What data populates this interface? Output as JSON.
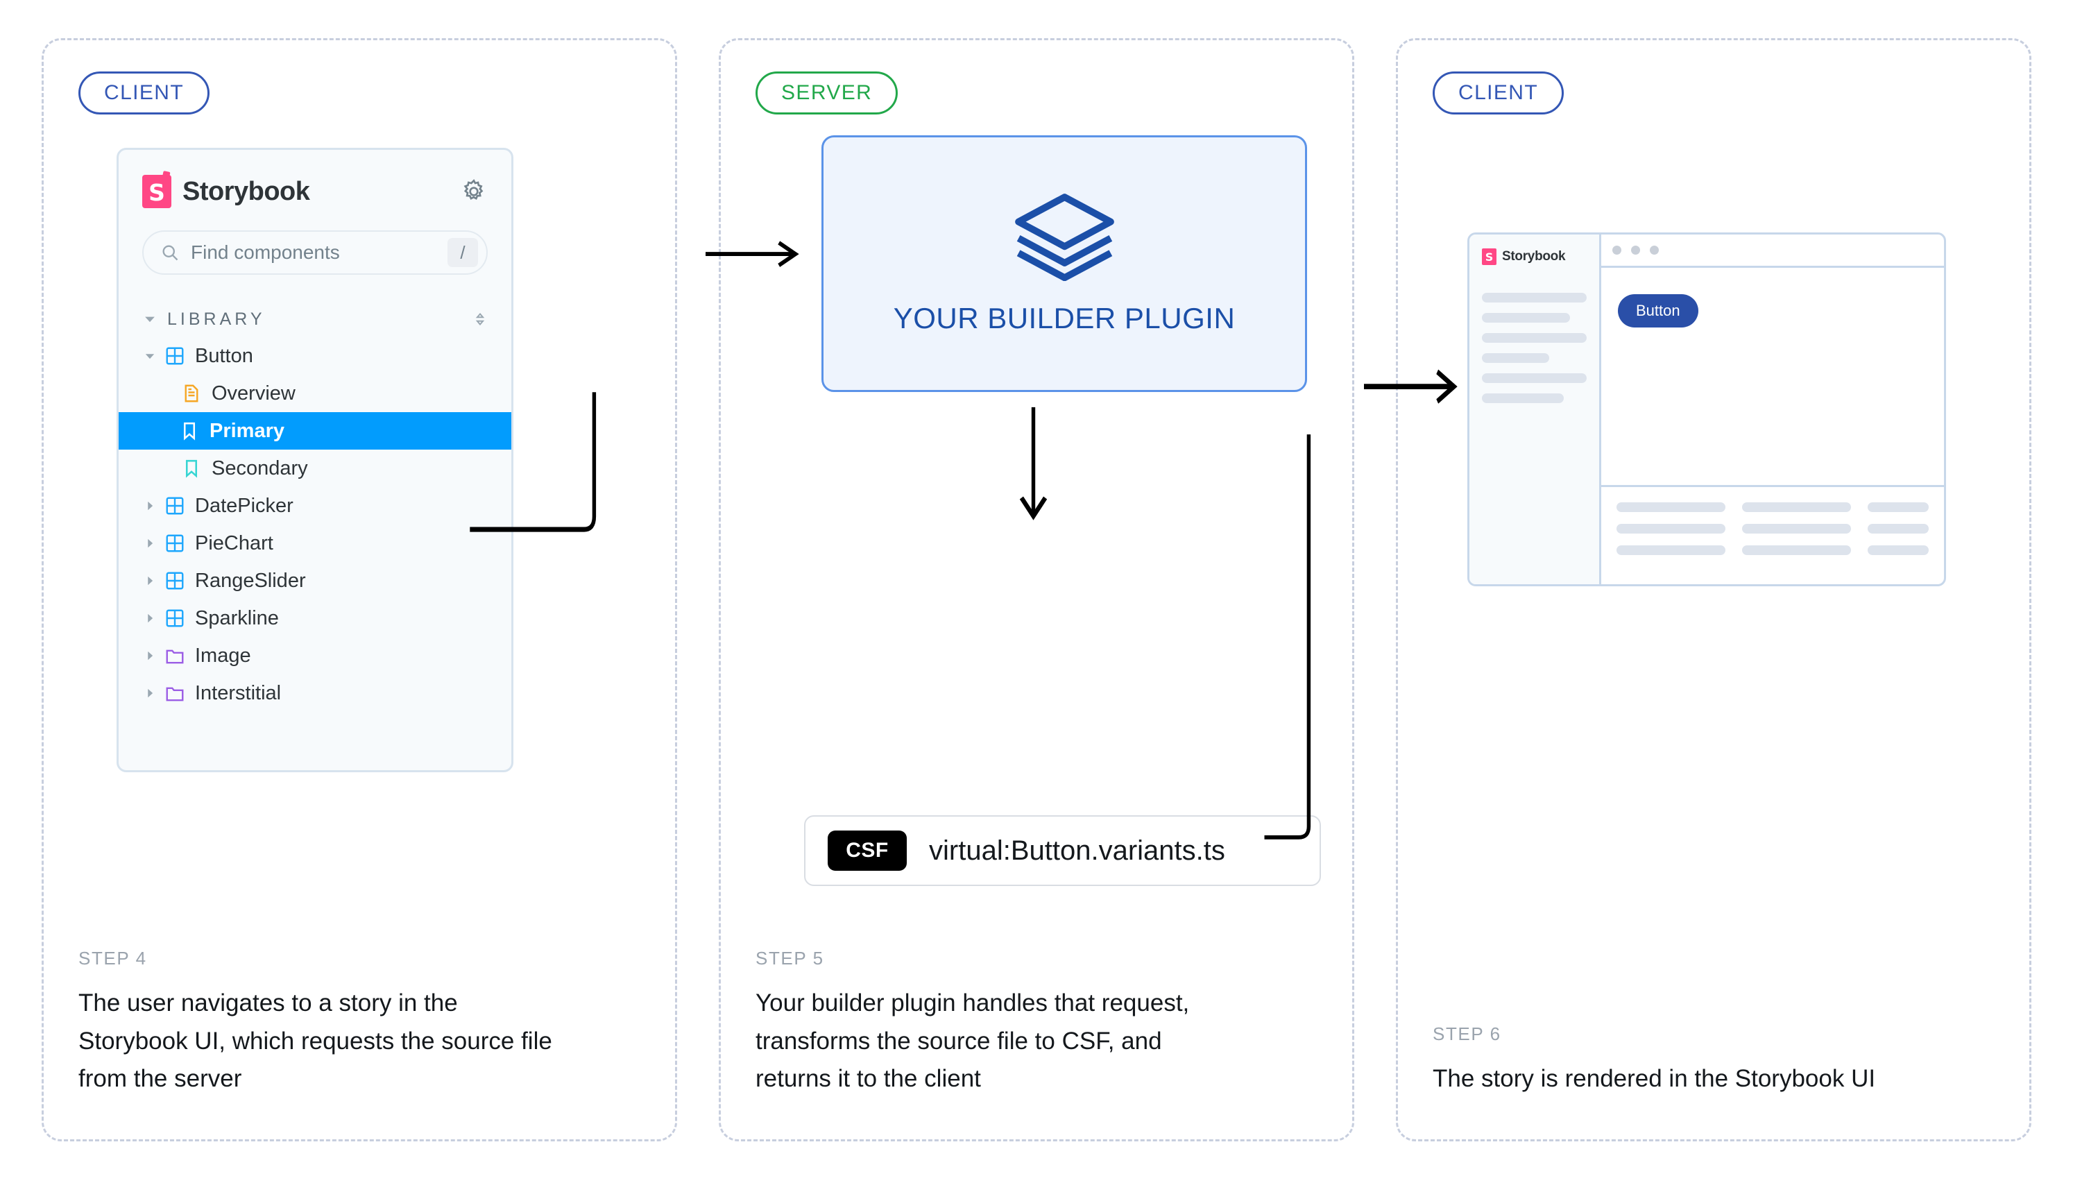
{
  "panels": [
    {
      "zone": "CLIENT",
      "zone_color": "#3457b5",
      "step_kicker": "STEP 4",
      "step_text": "The user navigates to a story in the Storybook UI, which requests the source file from the server"
    },
    {
      "zone": "SERVER",
      "zone_color": "#22a84a",
      "step_kicker": "STEP 5",
      "step_text": "Your builder plugin handles that request, transforms the source file to CSF, and returns it to the client"
    },
    {
      "zone": "CLIENT",
      "zone_color": "#3457b5",
      "step_kicker": "STEP 6",
      "step_text": "The story is rendered in the Storybook UI"
    }
  ],
  "storybook": {
    "title": "Storybook",
    "logo_letter": "S",
    "logo_color": "#ff4785",
    "gear_icon": "gear-icon",
    "search": {
      "placeholder": "Find components",
      "shortcut_key": "/",
      "icon": "search-icon"
    },
    "section": {
      "label": "LIBRARY",
      "expand_icon": "chevron-down-icon",
      "sort_icon": "sort-icon"
    },
    "tree": [
      {
        "label": "Button",
        "depth": 0,
        "icon": "component-icon",
        "icon_color": "#1ea7fd",
        "twisty": "down",
        "selected": false
      },
      {
        "label": "Overview",
        "depth": 1,
        "icon": "document-icon",
        "icon_color": "#f6a623",
        "twisty": "none",
        "selected": false
      },
      {
        "label": "Primary",
        "depth": 1,
        "icon": "bookmark-icon",
        "icon_color": "#ffffff",
        "twisty": "none",
        "selected": true
      },
      {
        "label": "Secondary",
        "depth": 1,
        "icon": "bookmark-icon",
        "icon_color": "#37d5d3",
        "twisty": "none",
        "selected": false
      },
      {
        "label": "DatePicker",
        "depth": 0,
        "icon": "component-icon",
        "icon_color": "#1ea7fd",
        "twisty": "right",
        "selected": false
      },
      {
        "label": "PieChart",
        "depth": 0,
        "icon": "component-icon",
        "icon_color": "#1ea7fd",
        "twisty": "right",
        "selected": false
      },
      {
        "label": "RangeSlider",
        "depth": 0,
        "icon": "component-icon",
        "icon_color": "#1ea7fd",
        "twisty": "right",
        "selected": false
      },
      {
        "label": "Sparkline",
        "depth": 0,
        "icon": "component-icon",
        "icon_color": "#1ea7fd",
        "twisty": "right",
        "selected": false
      },
      {
        "label": "Image",
        "depth": 0,
        "icon": "folder-icon",
        "icon_color": "#9b5de5",
        "twisty": "right",
        "selected": false
      },
      {
        "label": "Interstitial",
        "depth": 0,
        "icon": "folder-icon",
        "icon_color": "#9b5de5",
        "twisty": "right",
        "selected": false
      }
    ],
    "selected_color": "#029cfd"
  },
  "plugin": {
    "label": "YOUR BUILDER PLUGIN",
    "icon": "layers-icon",
    "accent": "#1b4fa8",
    "background": "#eef4fd",
    "border": "#5b93e8"
  },
  "csf": {
    "badge": "CSF",
    "path": "virtual:Button.variants.ts"
  },
  "preview": {
    "brand": "Storybook",
    "logo_letter": "S",
    "button_label": "Button",
    "button_color": "#2a4fa8",
    "sidebar_bar_widths": [
      "100%",
      "84%",
      "100%",
      "64%",
      "100%",
      "78%"
    ],
    "toolbar_dots": 3,
    "addon_rows": 3,
    "addon_cols": 3
  }
}
